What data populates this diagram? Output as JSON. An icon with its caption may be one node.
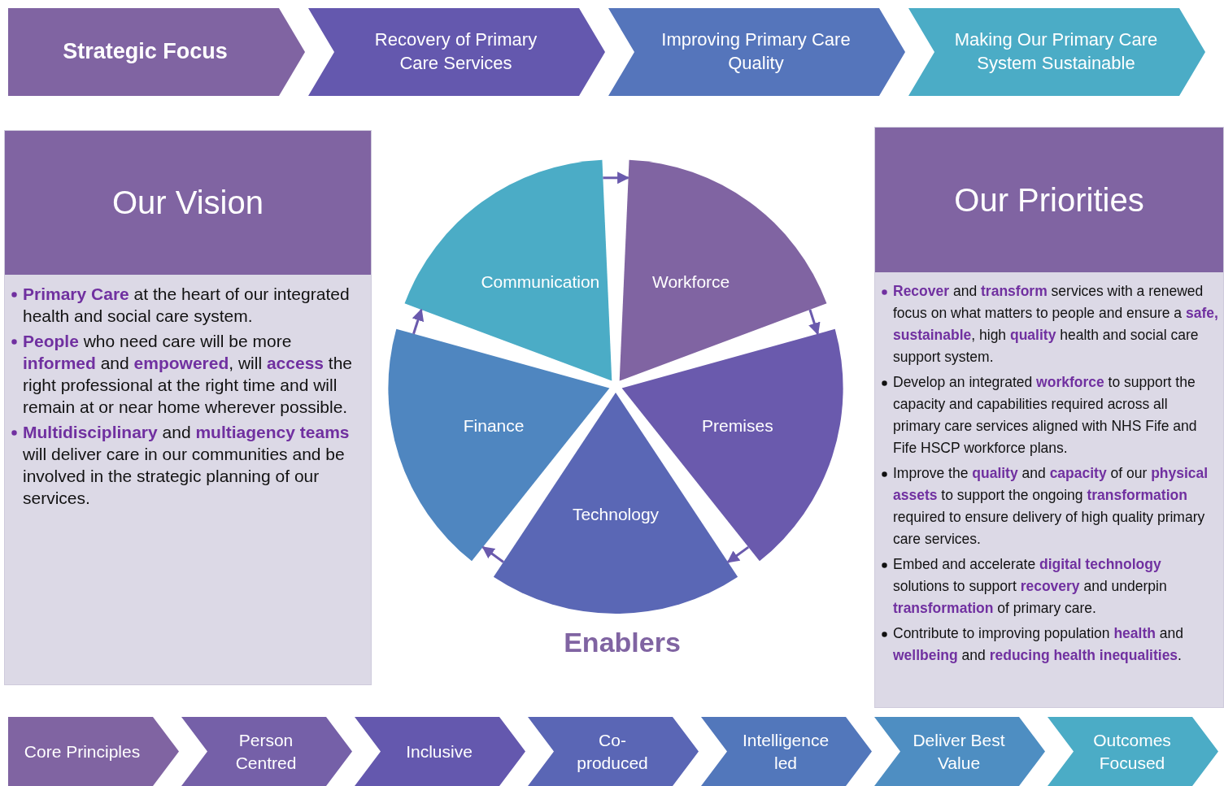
{
  "diagram": {
    "nodes": [
      {
        "text": [
          "Strategic Focus"
        ]
      },
      {
        "text": [
          "Recovery of Primary Care Services"
        ]
      },
      {
        "text": [
          "Improving Primary Care Quality"
        ]
      },
      {
        "text": [
          "Making Our Primary Care System Sustainable"
        ]
      },
      {
        "text": [
          "Our Vision",
          "**Primary Care** at the heart of our integrated health and social care system.",
          "**People** who need care will be more **informed** and **empowered**, will **access** the right professional at the right time and will remain at or near home wherever possible.",
          "**Multidisciplinary** and **multiagency teams** will deliver care in our communities and be involved in the strategic planning of our services."
        ]
      },
      {
        "text": [
          "Our Priorities",
          "**Recover** and **transform** services with a renewed focus on what matters to people and ensure a **safe, sustainable**, high **quality** health and social care support system.",
          "Develop an integrated **workforce** to support the capacity and capabilities required across all primary care services aligned with NHS Fife and Fife HSCP workforce plans.",
          "Improve the **quality** and **capacity** of our **physical assets** to support the ongoing **transformation** required to ensure delivery of high quality primary care services.",
          "Embed and accelerate **digital technology** solutions to support **recovery** and underpin **transformation** of primary care.",
          "Contribute to improving population **health** and **wellbeing** and **reducing health inequalities**."
        ]
      },
      {
        "text": [
          "Communication"
        ]
      },
      {
        "text": [
          "Workforce"
        ]
      },
      {
        "text": [
          "Finance"
        ]
      },
      {
        "text": [
          "Premises"
        ]
      },
      {
        "text": [
          "Technology"
        ]
      },
      {
        "text": [
          "Core Principles"
        ]
      },
      {
        "text": [
          "Person Centred"
        ]
      },
      {
        "text": [
          "Inclusive"
        ]
      },
      {
        "text": [
          "Co-produced"
        ]
      },
      {
        "text": [
          "Intelligence led"
        ]
      },
      {
        "text": [
          "Deliver Best Value"
        ]
      },
      {
        "text": [
          "Outcomes Focused"
        ]
      }
    ],
    "edges": [
      {
        "from": 6,
        "to": 7,
        "arrow": "to"
      },
      {
        "from": 7,
        "to": 9,
        "arrow": "to"
      },
      {
        "from": 9,
        "to": 10,
        "arrow": "to"
      },
      {
        "from": 10,
        "to": 8,
        "arrow": "to"
      },
      {
        "from": 8,
        "to": 6,
        "arrow": "to"
      }
    ],
    "labels": [
      "Enablers"
    ]
  }
}
